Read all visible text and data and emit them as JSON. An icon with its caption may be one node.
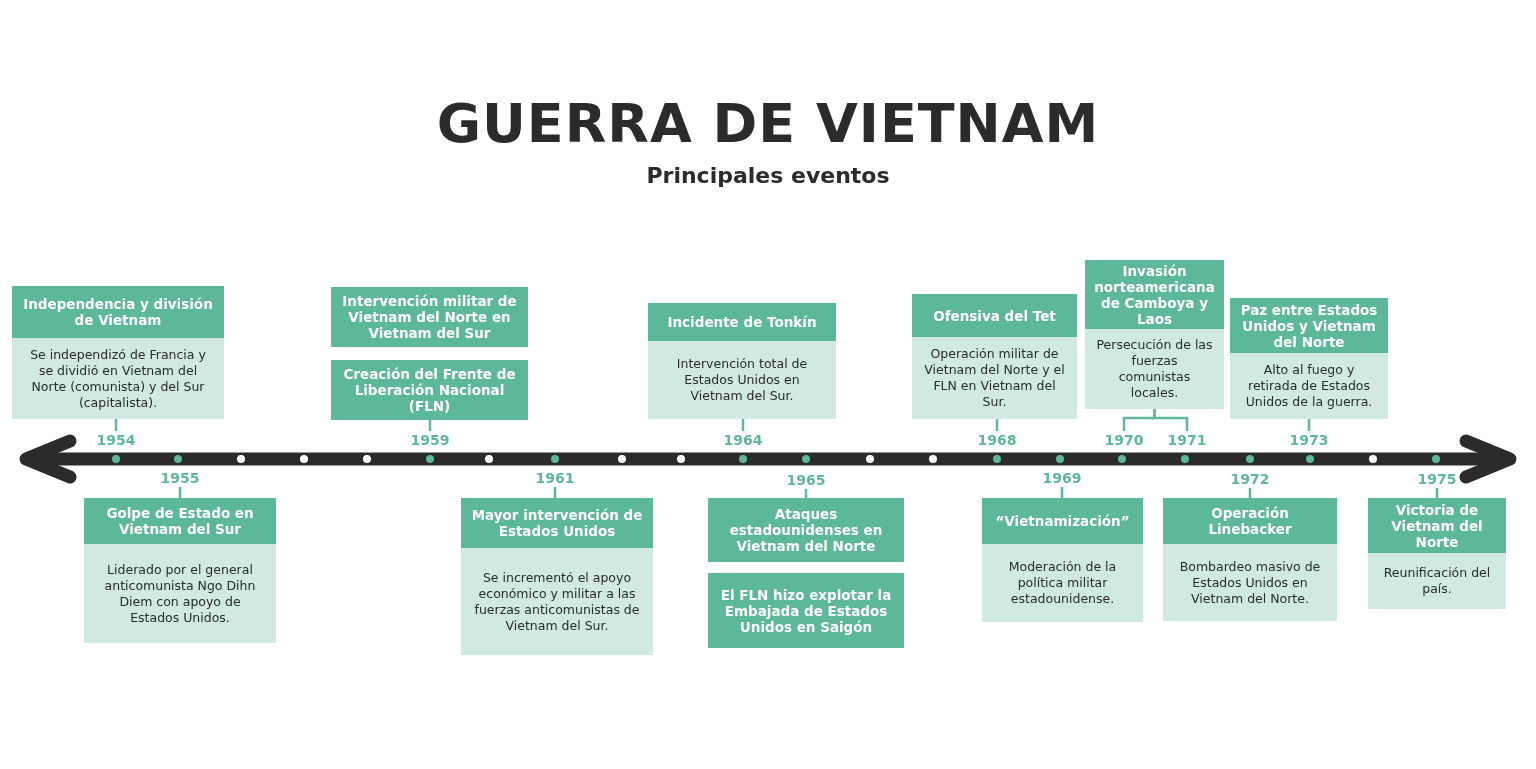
{
  "diagram": {
    "title": "GUERRA DE VIETNAM",
    "caption": "Principales eventos",
    "nodes": [
      {
        "text": [
          "1954"
        ]
      },
      {
        "text": [
          "Independencia y división de Vietnam",
          "Se independizó de Francia y se dividió en Vietnam del Norte (comunista) y del Sur (capitalista)."
        ]
      },
      {
        "text": [
          "1955"
        ]
      },
      {
        "text": [
          "Golpe de Estado en Vietnam del Sur",
          "Liderado por el general anticomunista Ngo Dihn Diem con apoyo de Estados Unidos."
        ]
      },
      {
        "text": [
          "1959"
        ]
      },
      {
        "text": [
          "Intervención militar de Vietnam del Norte en Vietnam del Sur"
        ]
      },
      {
        "text": [
          "Creación del Frente de Liberación Nacional (FLN)"
        ]
      },
      {
        "text": [
          "1961"
        ]
      },
      {
        "text": [
          "Mayor intervención de Estados Unidos",
          "Se incrementó el apoyo económico y militar a las fuerzas anticomunistas de Vietnam del Sur."
        ]
      },
      {
        "text": [
          "1964"
        ]
      },
      {
        "text": [
          "Incidente de Tonkín",
          "Intervención total de Estados Unidos en Vietnam del Sur."
        ]
      },
      {
        "text": [
          "1965"
        ]
      },
      {
        "text": [
          "Ataques estadounidenses en Vietnam del Norte"
        ]
      },
      {
        "text": [
          "El FLN hizo explotar la Embajada de Estados Unidos en Saigón"
        ]
      },
      {
        "text": [
          "1968"
        ]
      },
      {
        "text": [
          "Ofensiva del Tet",
          "Operación militar de Vietnam del Norte y el FLN en Vietnam del Sur."
        ]
      },
      {
        "text": [
          "1969"
        ]
      },
      {
        "text": [
          "“Vietnamización”",
          "Moderación de la política militar estadounidense."
        ]
      },
      {
        "text": [
          "1970"
        ]
      },
      {
        "text": [
          "1971"
        ]
      },
      {
        "text": [
          "Invasión norteamericana de Camboya y Laos",
          "Persecución de las fuerzas comunistas locales."
        ]
      },
      {
        "text": [
          "1972"
        ]
      },
      {
        "text": [
          "Operación Linebacker",
          "Bombardeo masivo de Estados Unidos en Vietnam del Norte."
        ]
      },
      {
        "text": [
          "1973"
        ]
      },
      {
        "text": [
          "Paz entre Estados Unidos y Vietnam del Norte",
          "Alto al fuego y retirada de Estados Unidos de la guerra."
        ]
      },
      {
        "text": [
          "1975"
        ]
      },
      {
        "text": [
          "Victoria de Vietnam del Norte",
          "Reunificación del país."
        ]
      }
    ],
    "edges": [
      {
        "from": 1,
        "to": 0,
        "arrow": "none"
      },
      {
        "from": 3,
        "to": 2,
        "arrow": "none"
      },
      {
        "from": 6,
        "to": 4,
        "arrow": "none"
      },
      {
        "from": 8,
        "to": 7,
        "arrow": "none"
      },
      {
        "from": 10,
        "to": 9,
        "arrow": "none"
      },
      {
        "from": 12,
        "to": 11,
        "arrow": "none"
      },
      {
        "from": 15,
        "to": 14,
        "arrow": "none"
      },
      {
        "from": 17,
        "to": 16,
        "arrow": "none"
      },
      {
        "from": 20,
        "to": 18,
        "arrow": "none"
      },
      {
        "from": 20,
        "to": 19,
        "arrow": "none"
      },
      {
        "from": 22,
        "to": 21,
        "arrow": "none"
      },
      {
        "from": 24,
        "to": 23,
        "arrow": "none"
      },
      {
        "from": 26,
        "to": 25,
        "arrow": "none"
      }
    ]
  }
}
